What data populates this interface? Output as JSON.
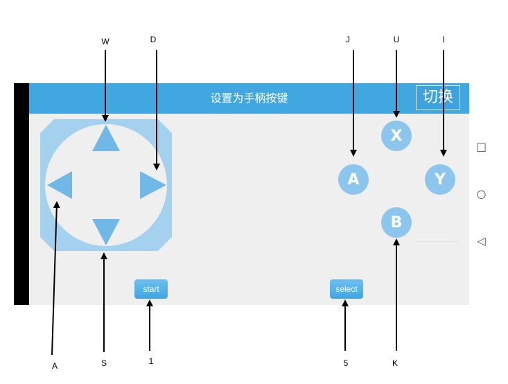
{
  "header": {
    "title": "设置为手柄按键",
    "switch_label": "切换"
  },
  "buttons": {
    "x": "X",
    "a": "A",
    "y": "Y",
    "b": "B",
    "start": "start",
    "select": "select"
  },
  "nav": {
    "square": "□",
    "circle": "○",
    "back": "◁"
  },
  "callouts": {
    "w": "W",
    "d": "D",
    "j": "J",
    "u": "U",
    "i": "I",
    "a": "A",
    "s": "S",
    "one": "1",
    "five": "5",
    "k": "K"
  },
  "colors": {
    "accent": "#41a7e0",
    "button": "#8dc6ec",
    "dpad": "#a3d1ee",
    "screen_bg": "#efefef"
  }
}
